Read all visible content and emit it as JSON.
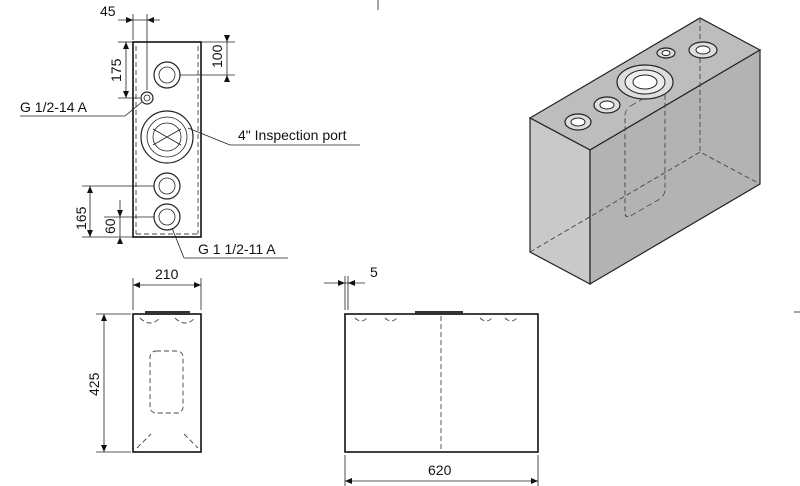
{
  "dimensions": {
    "top_offset": "45",
    "port_spacing_upper": "175",
    "port_spacing_right": "100",
    "lower_spacing": "165",
    "bottom_offset": "60",
    "side_width": "210",
    "height": "425",
    "front_offset": "5",
    "length": "620"
  },
  "labels": {
    "small_fitting": "G 1/2-14 A",
    "inspection_port": "4\" Inspection port",
    "large_fitting": "G 1 1/2-11 A"
  }
}
